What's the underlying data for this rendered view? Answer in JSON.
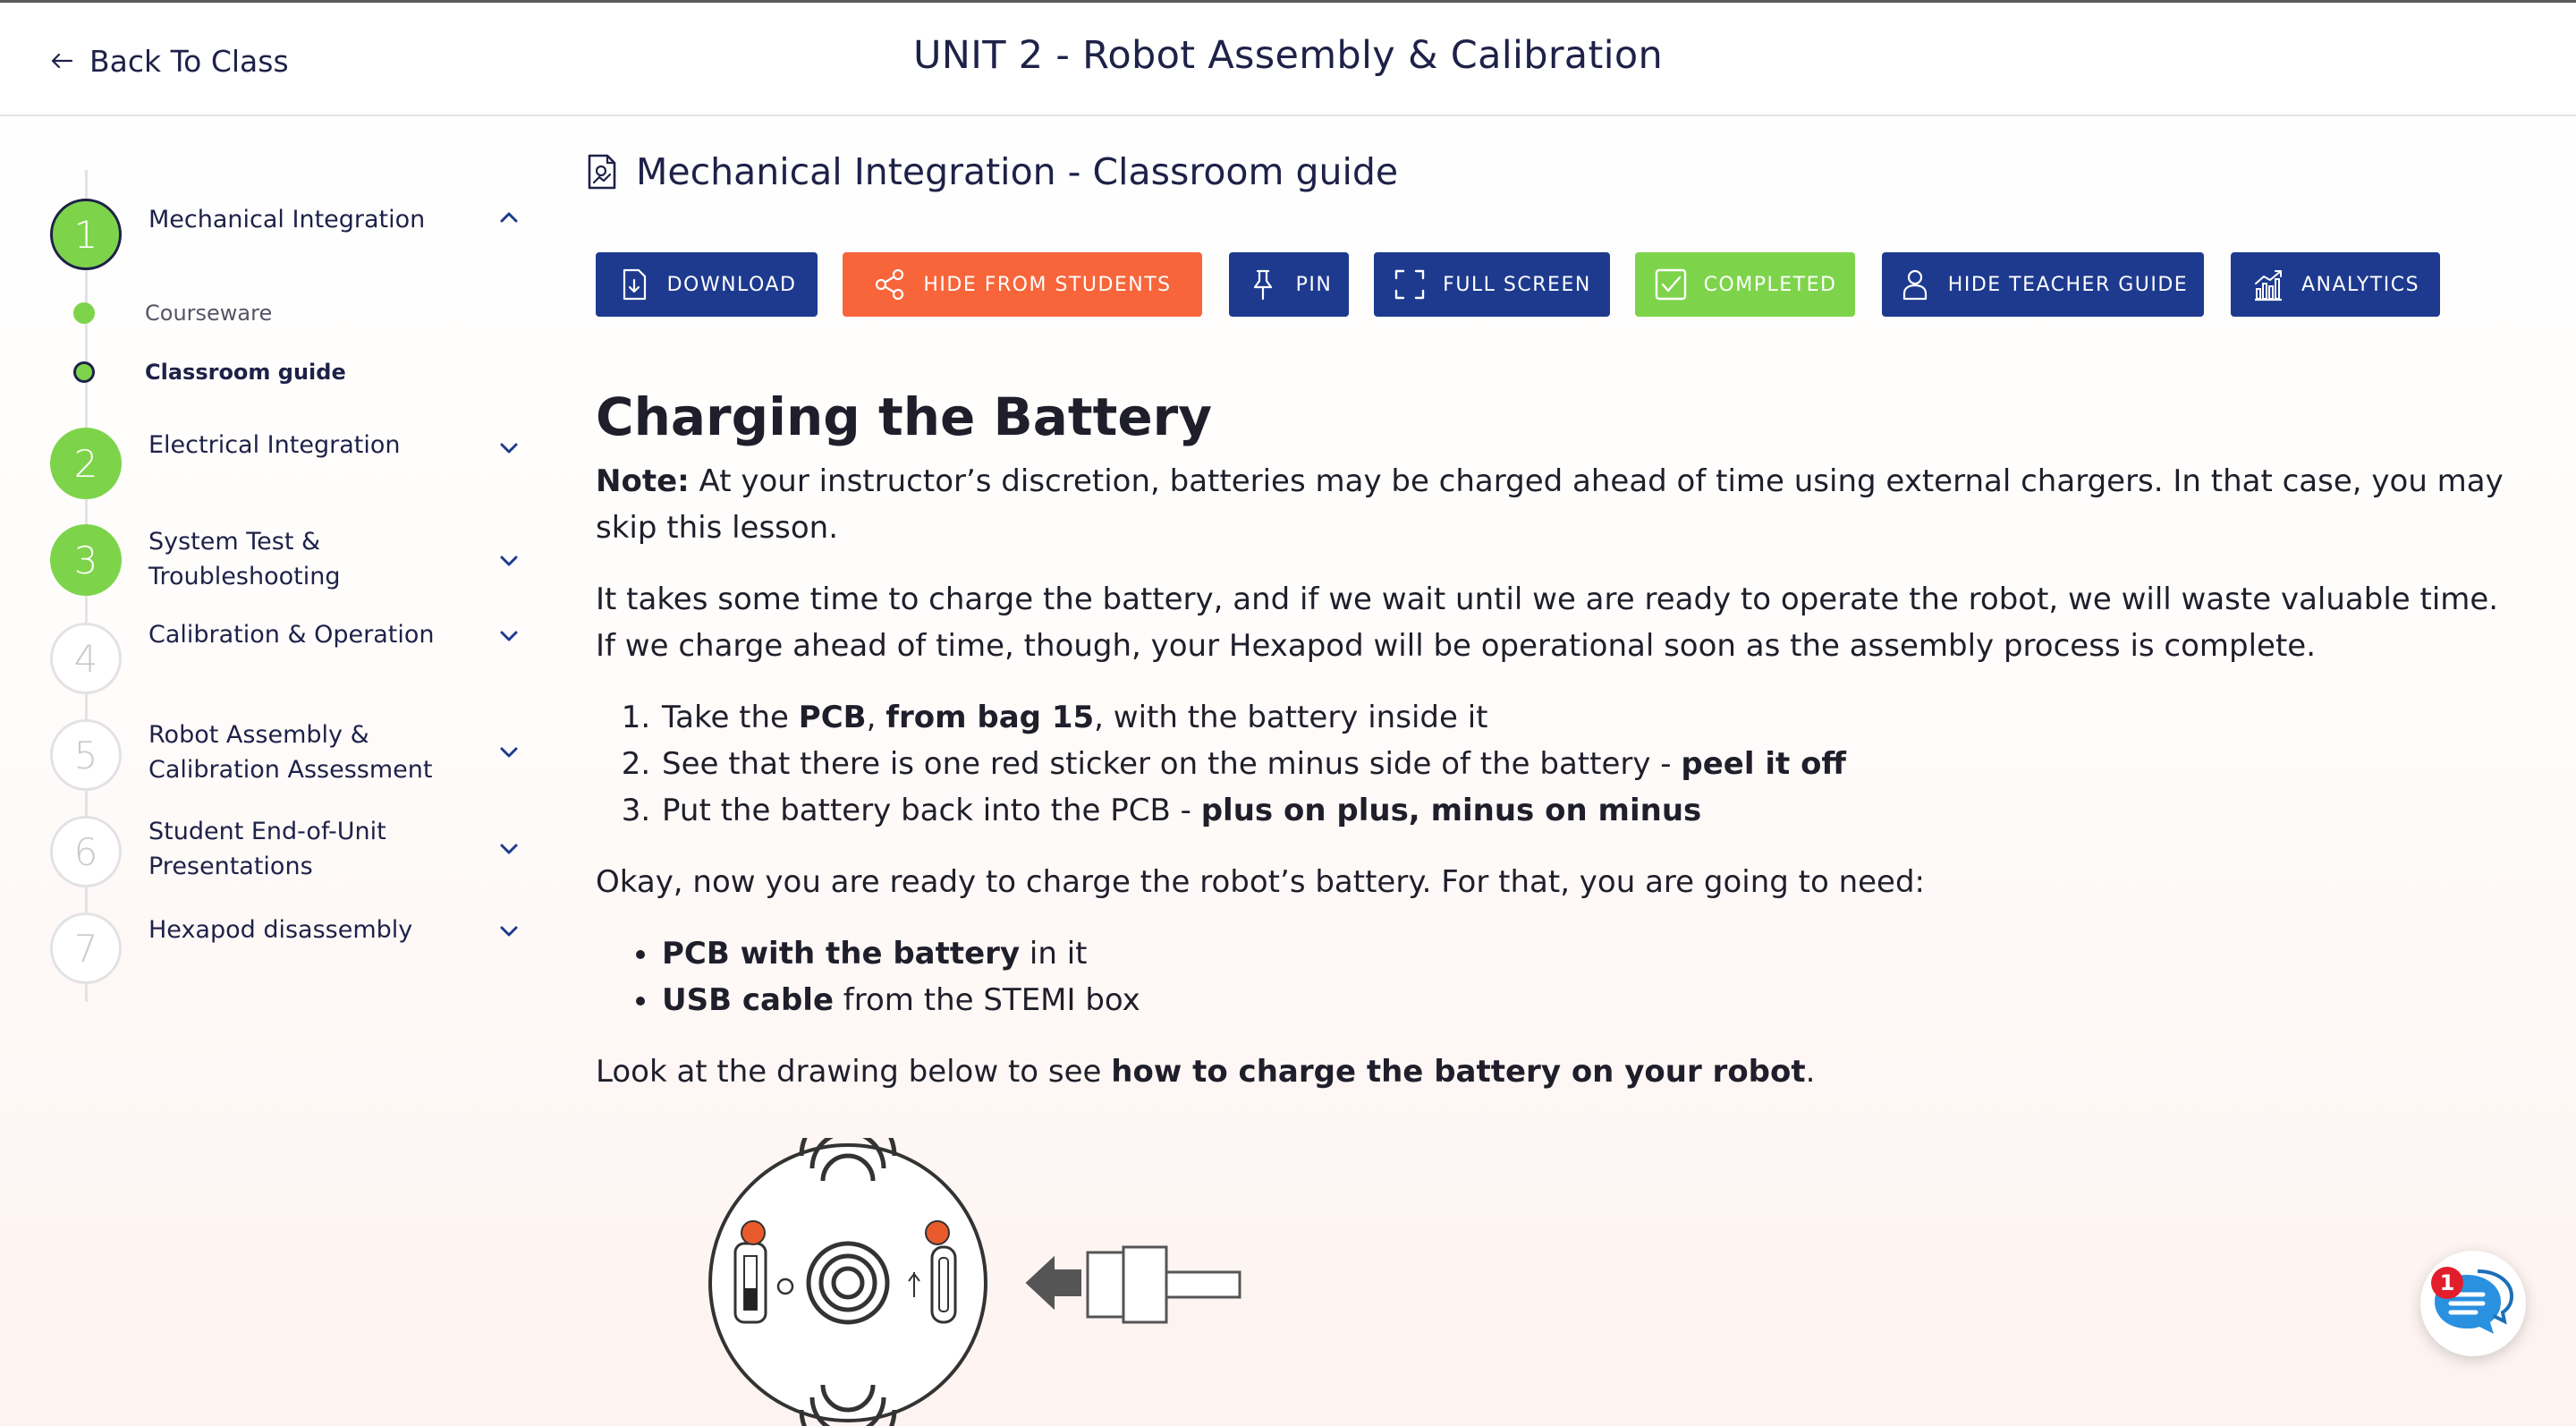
{
  "header": {
    "back_label": "Back To Class",
    "unit_title": "UNIT 2 - Robot Assembly & Calibration"
  },
  "sidebar": {
    "steps": [
      {
        "number": "1",
        "label": "Mechanical Integration",
        "state": "active",
        "expanded": true
      },
      {
        "number": "2",
        "label": "Electrical Integration",
        "state": "done",
        "expanded": false
      },
      {
        "number": "3",
        "label": "System Test & Troubleshooting",
        "state": "done",
        "expanded": false
      },
      {
        "number": "4",
        "label": "Calibration & Operation",
        "state": "todo",
        "expanded": false
      },
      {
        "number": "5",
        "label": "Robot Assembly & Calibration Assessment",
        "state": "todo",
        "expanded": false
      },
      {
        "number": "6",
        "label": "Student End-of-Unit Presentations",
        "state": "todo",
        "expanded": false
      },
      {
        "number": "7",
        "label": "Hexapod disassembly",
        "state": "todo",
        "expanded": false
      }
    ],
    "sub_items": [
      {
        "label": "Courseware",
        "current": false
      },
      {
        "label": "Classroom guide",
        "current": true
      }
    ]
  },
  "page": {
    "heading": "Mechanical Integration - Classroom guide"
  },
  "toolbar": {
    "download": "DOWNLOAD",
    "hide_from_students": "HIDE FROM STUDENTS",
    "pin": "PIN",
    "full_screen": "FULL SCREEN",
    "completed": "COMPLETED",
    "hide_teacher_guide": "HIDE TEACHER GUIDE",
    "analytics": "ANALYTICS"
  },
  "article": {
    "title": "Charging the Battery",
    "note_label": "Note:",
    "note_text": " At your instructor’s discretion, batteries may be charged ahead of time using external chargers.  In that case, you may skip this lesson.",
    "para1": "It takes some time to charge the battery, and if we wait until we are ready to operate the robot, we will waste valuable time.  If we charge ahead of time, though, your Hexapod will be operational soon as the assembly process is complete.",
    "steps": [
      {
        "a": "Take the ",
        "b1": "PCB",
        "c": ", ",
        "b2": "from bag 15",
        "d": ", with the battery inside it"
      },
      {
        "a": "See that there is one red sticker on the minus side of the battery - ",
        "b1": "peel it off"
      },
      {
        "a": "Put the battery back into the PCB - ",
        "b1": "plus on plus, minus on minus"
      }
    ],
    "para2": "Okay, now you are ready to charge the robot’s battery. For that, you are going to need:",
    "needs": [
      {
        "bold": "PCB with the battery",
        "rest": " in it"
      },
      {
        "bold": "USB cable",
        "rest": " from the STEMI box"
      }
    ],
    "para3_a": "Look at the drawing below to see ",
    "para3_b": "how to charge the battery on your robot",
    "para3_c": "."
  },
  "chat": {
    "badge_count": "1"
  },
  "colors": {
    "navy": "#1d3a8f",
    "orange": "#f8653a",
    "green": "#7dd44a",
    "text_dark": "#1e2148"
  }
}
